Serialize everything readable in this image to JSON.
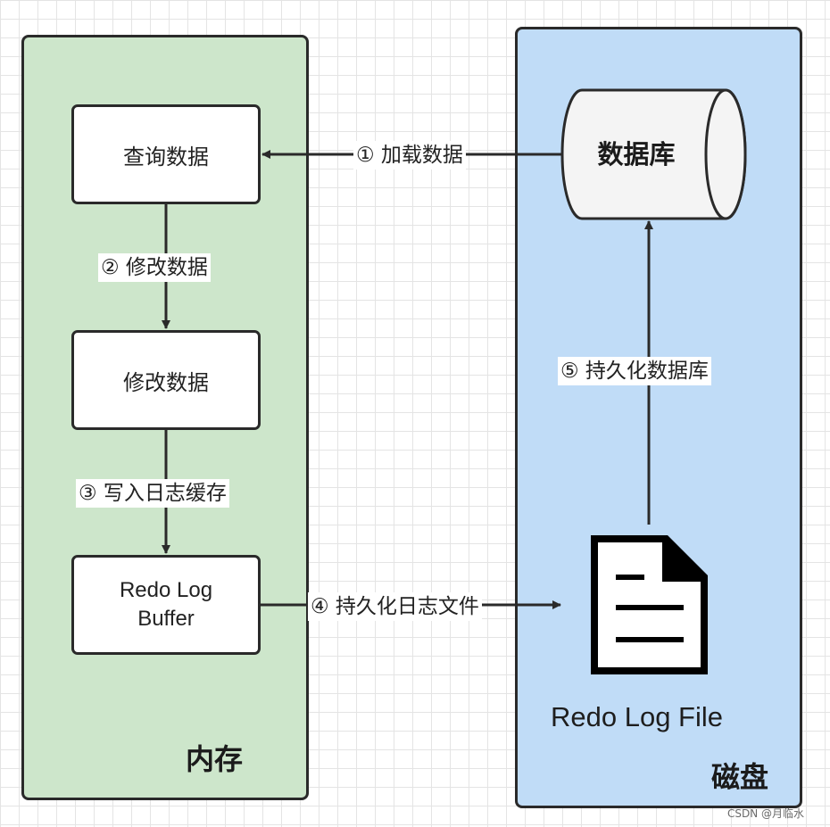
{
  "panels": {
    "memory_title": "内存",
    "disk_title": "磁盘"
  },
  "boxes": {
    "query": "查询数据",
    "modify": "修改数据",
    "buffer_line1": "Redo Log",
    "buffer_line2": "Buffer"
  },
  "database": {
    "label": "数据库"
  },
  "file": {
    "caption": "Redo Log File",
    "icon": "document-icon"
  },
  "steps": {
    "load": "① 加载数据",
    "modify": "② 修改数据",
    "write_cache": "③ 写入日志缓存",
    "persist_log": "④ 持久化日志文件",
    "persist_db": "⑤ 持久化数据库"
  },
  "watermark": "CSDN @月临水",
  "colors": {
    "memory_bg": "#cde6cb",
    "disk_bg": "#c0dcf7",
    "stroke": "#2a2a2a"
  }
}
